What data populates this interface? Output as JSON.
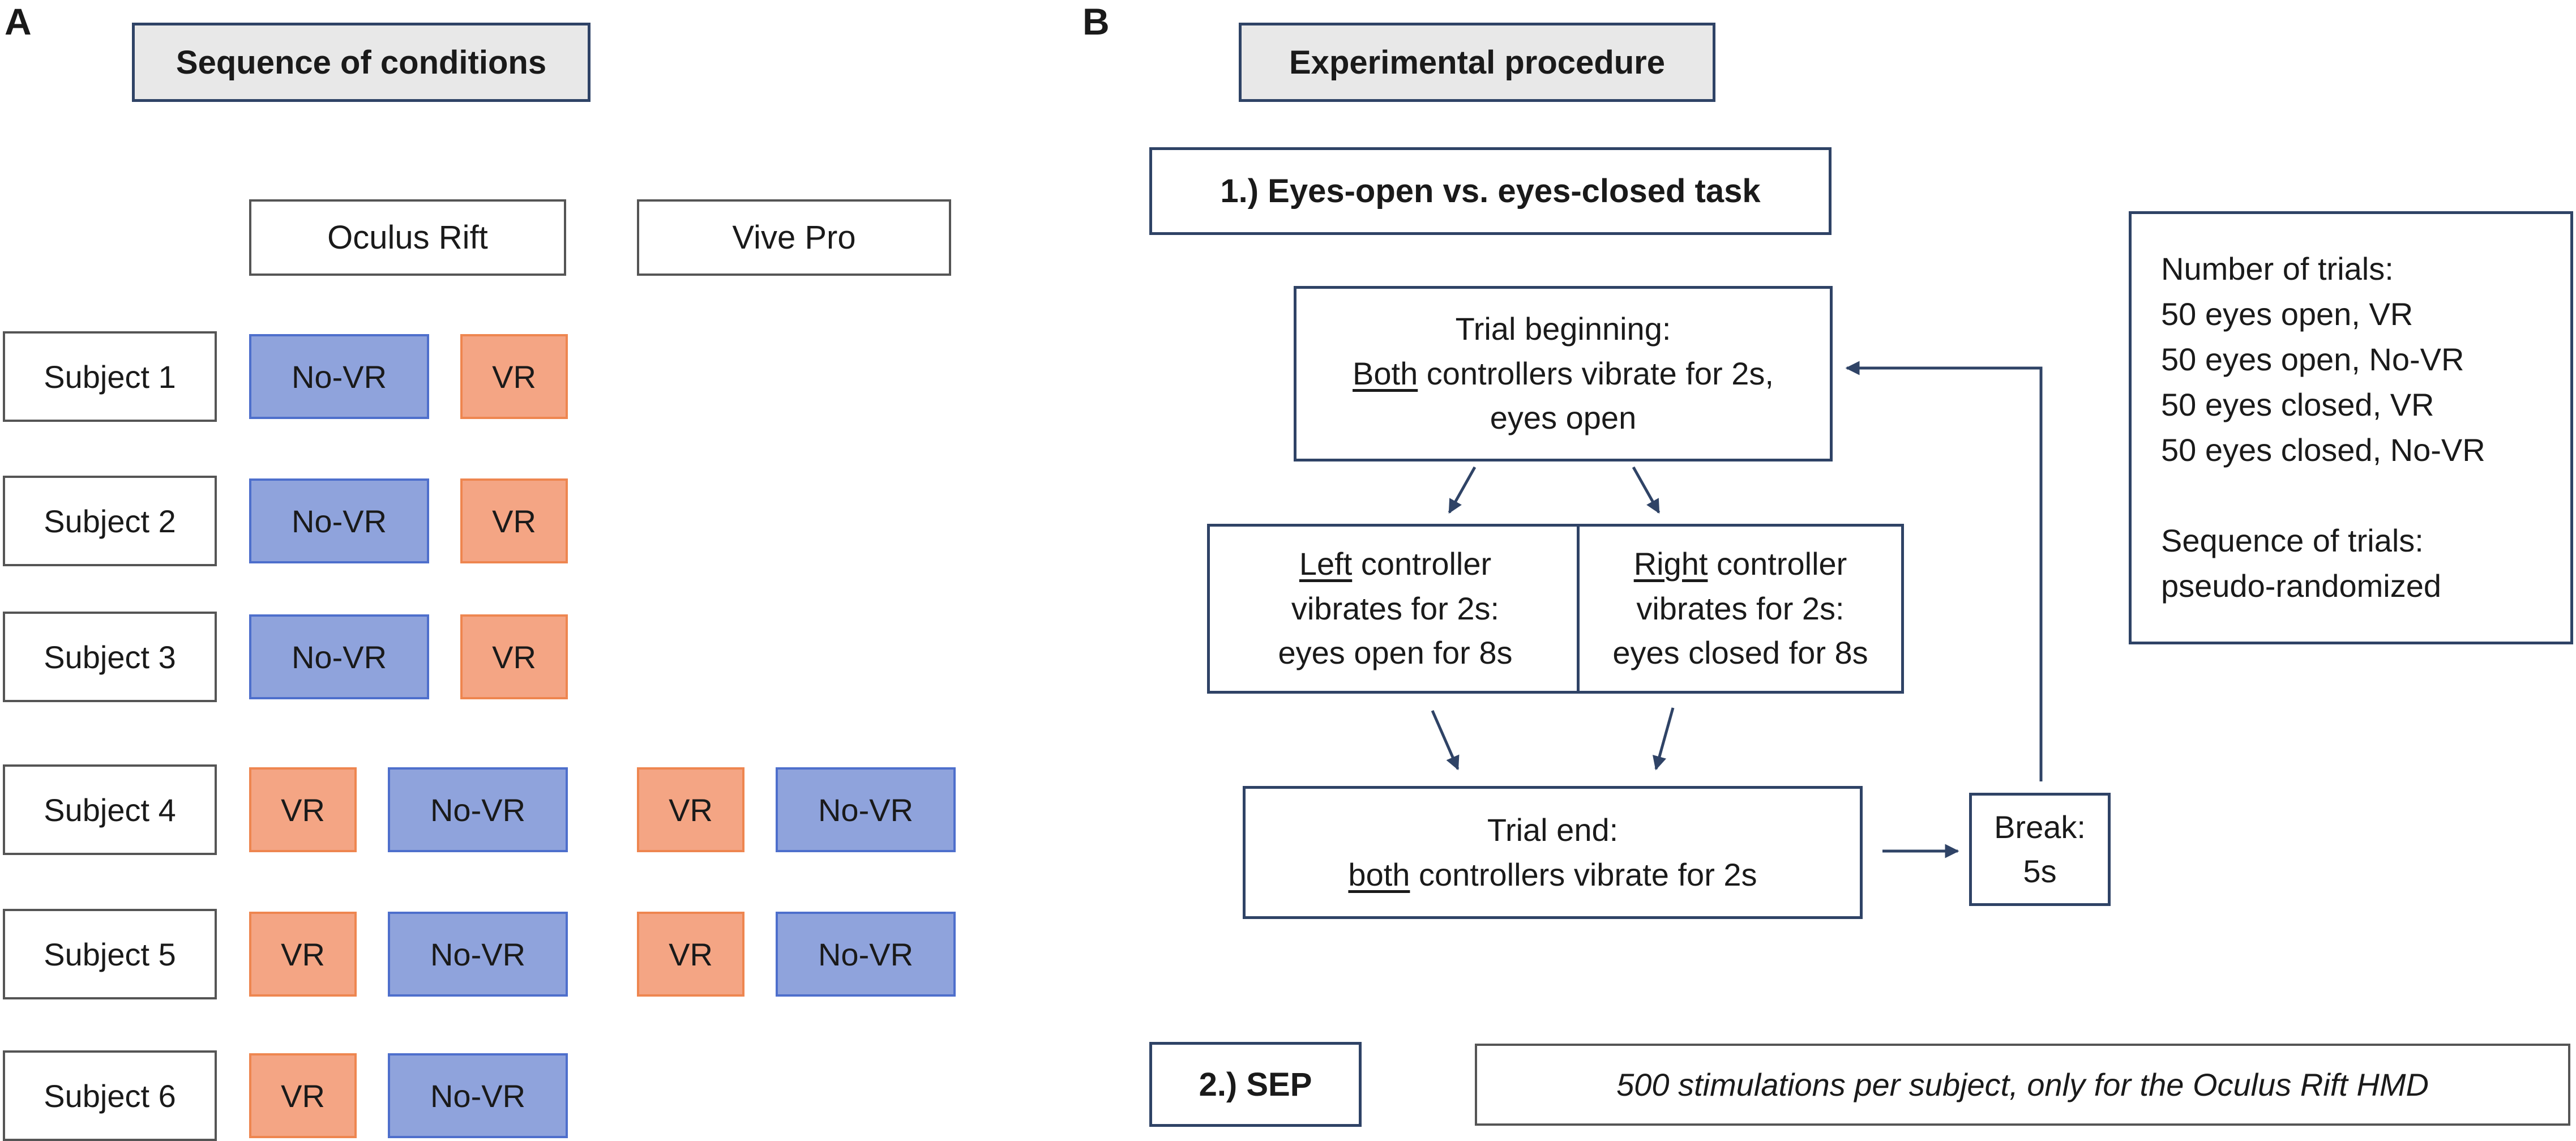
{
  "panel_a": {
    "letter": "A",
    "title": "Sequence of conditions",
    "headers": [
      "Oculus Rift",
      "Vive Pro"
    ],
    "rows": [
      {
        "subject": "Subject 1",
        "oculus": [
          "No-VR",
          "VR"
        ],
        "vive": []
      },
      {
        "subject": "Subject 2",
        "oculus": [
          "No-VR",
          "VR"
        ],
        "vive": []
      },
      {
        "subject": "Subject 3",
        "oculus": [
          "No-VR",
          "VR"
        ],
        "vive": []
      },
      {
        "subject": "Subject 4",
        "oculus": [
          "VR",
          "No-VR"
        ],
        "vive": [
          "VR",
          "No-VR"
        ]
      },
      {
        "subject": "Subject 5",
        "oculus": [
          "VR",
          "No-VR"
        ],
        "vive": [
          "VR",
          "No-VR"
        ]
      },
      {
        "subject": "Subject 6",
        "oculus": [
          "VR",
          "No-VR"
        ],
        "vive": []
      }
    ],
    "colors": {
      "vr_fill": "#f4a584",
      "vr_border": "#ee8650",
      "novr_fill": "#8fa3dc",
      "novr_border": "#4e6fcc"
    }
  },
  "panel_b": {
    "letter": "B",
    "title": "Experimental procedure",
    "task1_title": "1.) Eyes-open vs. eyes-closed task",
    "trial_begin": {
      "line1": "Trial beginning:",
      "line2_underlined": "Both",
      "line2_rest": " controllers vibrate for 2s,",
      "line3": "eyes open"
    },
    "left_box": {
      "underlined": "Left",
      "line1_rest": " controller",
      "line2": "vibrates for 2s:",
      "line3": "eyes open for 8s"
    },
    "right_box": {
      "underlined": "Right",
      "line1_rest": " controller",
      "line2": "vibrates for 2s:",
      "line3": "eyes closed for 8s"
    },
    "trial_end": {
      "line1": "Trial end:",
      "line2_underlined": "both",
      "line2_rest": " controllers vibrate for 2s"
    },
    "break_box": {
      "line1": "Break:",
      "line2": "5s"
    },
    "info": {
      "trials_heading": "Number of trials:",
      "trials": [
        "50 eyes open, VR",
        "50 eyes open, No-VR",
        "50 eyes closed, VR",
        "50 eyes closed, No-VR"
      ],
      "sequence_heading": "Sequence of trials:",
      "sequence_value": "pseudo-randomized"
    },
    "sep_title": "2.) SEP",
    "sep_text": "500 stimulations per subject, only for the Oculus Rift HMD"
  }
}
